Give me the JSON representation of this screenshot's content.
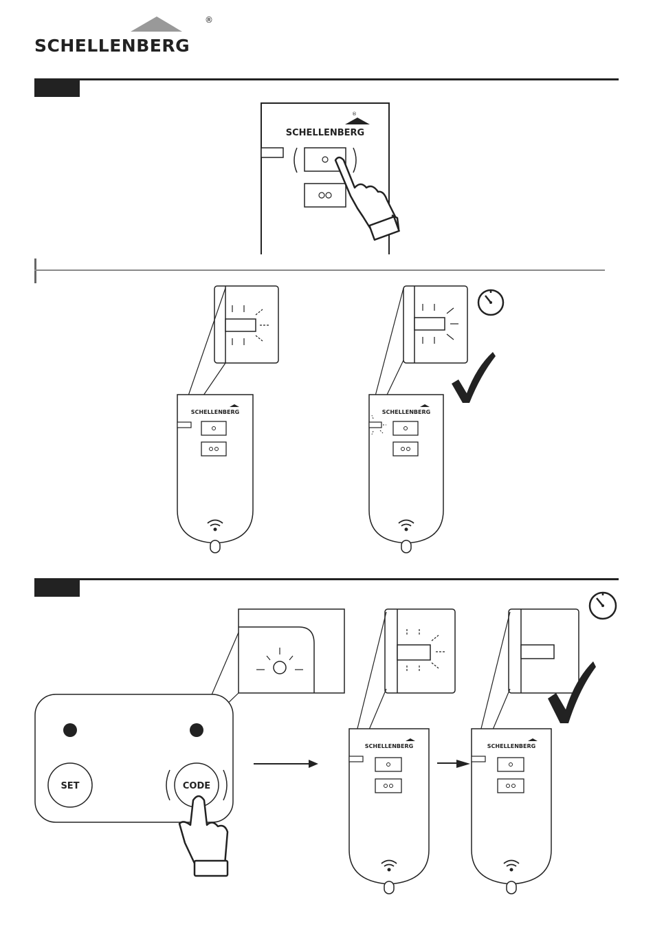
{
  "brand": {
    "name": "SCHELLENBERG",
    "registered_mark": "®"
  },
  "device_brand": "SCHELLENBERG",
  "remote_buttons": {
    "single": "○",
    "double": "○○"
  },
  "receiver_buttons": {
    "set": "SET",
    "code": "CODE"
  },
  "icons": [
    "timer-icon",
    "checkmark-icon",
    "hand-press-icon",
    "wifi-icon",
    "arrow-right-icon"
  ]
}
